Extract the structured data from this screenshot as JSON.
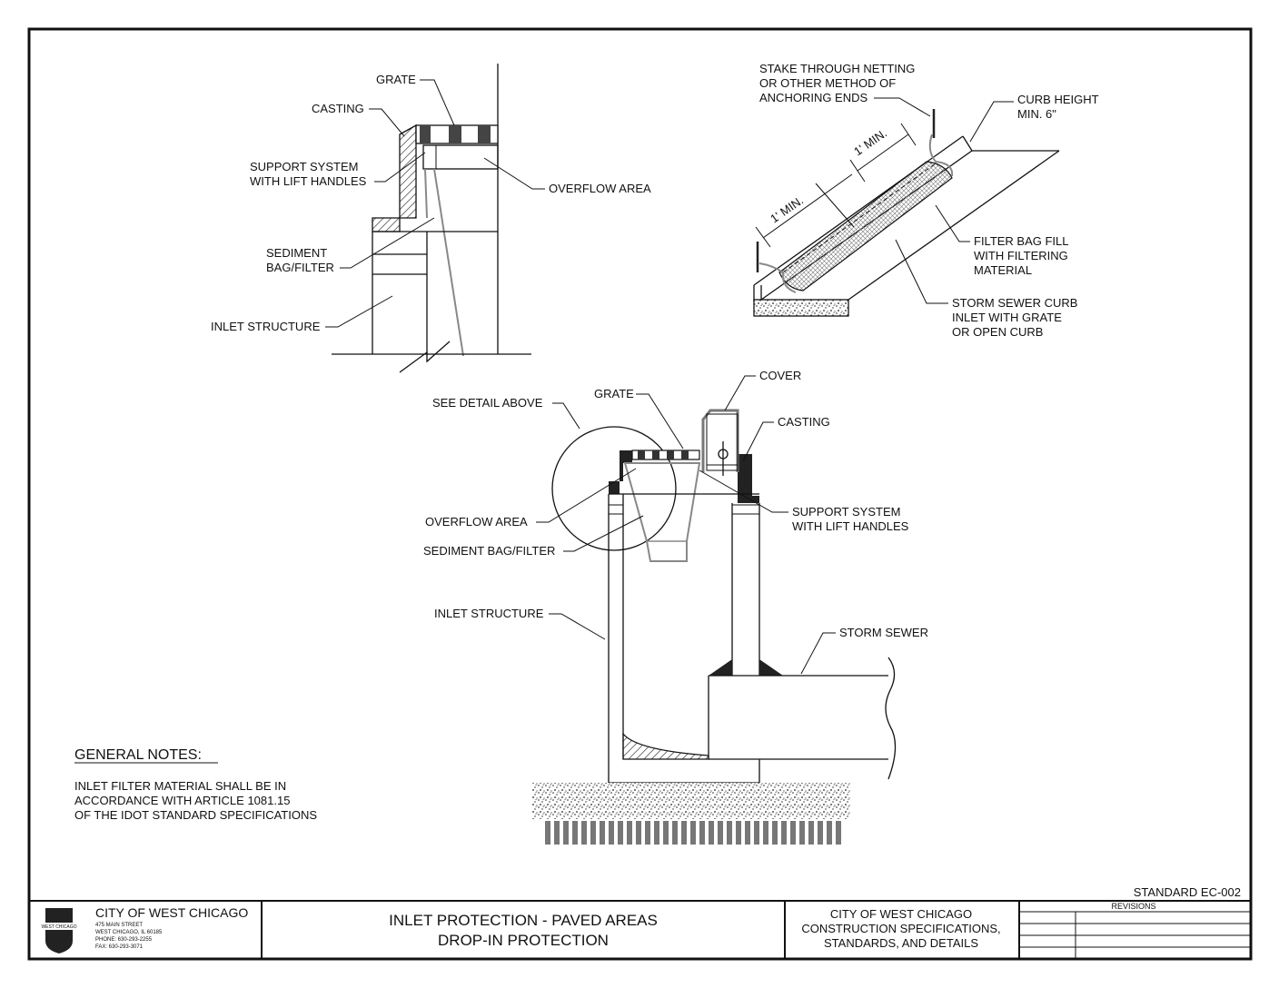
{
  "labels": {
    "grate_top": "GRATE",
    "casting_top": "CASTING",
    "support_top_1": "SUPPORT SYSTEM",
    "support_top_2": "WITH LIFT HANDLES",
    "overflow_top": "OVERFLOW AREA",
    "sediment_top_1": "SEDIMENT",
    "sediment_top_2": "BAG/FILTER",
    "inlet_top": "INLET STRUCTURE",
    "stake_1": "STAKE THROUGH NETTING",
    "stake_2": "OR OTHER METHOD OF",
    "stake_3": "ANCHORING ENDS",
    "curb_1": "CURB HEIGHT",
    "curb_2": "MIN. 6\"",
    "min_1": "1' MIN.",
    "min_2": "1' MIN.",
    "fill_1": "FILTER BAG FILL",
    "fill_2": "WITH FILTERING",
    "fill_3": "MATERIAL",
    "storm_inlet_1": "STORM SEWER CURB",
    "storm_inlet_2": "INLET WITH GRATE",
    "storm_inlet_3": "OR OPEN CURB",
    "cover": "COVER",
    "see_detail": "SEE DETAIL ABOVE",
    "grate_main": "GRATE",
    "casting_main": "CASTING",
    "support_main_1": "SUPPORT SYSTEM",
    "support_main_2": "WITH LIFT HANDLES",
    "overflow_main": "OVERFLOW AREA",
    "sediment_main": "SEDIMENT BAG/FILTER",
    "inlet_main": "INLET STRUCTURE",
    "storm_sewer": "STORM SEWER"
  },
  "notes": {
    "heading": "GENERAL NOTES:",
    "line1": "INLET FILTER MATERIAL SHALL BE IN",
    "line2": "ACCORDANCE WITH ARTICLE 1081.15",
    "line3": "OF THE IDOT STANDARD SPECIFICATIONS"
  },
  "standard_no": "STANDARD EC-002",
  "title_block": {
    "org_name": "CITY OF WEST CHICAGO",
    "addr_1": "475 MAIN STREET",
    "addr_2": "WEST CHICAGO, IL 60185",
    "phone": "PHONE: 630-293-2255",
    "fax": "FAX: 630-293-3071",
    "seal_text": "WEST CHICAGO",
    "title_1": "INLET PROTECTION - PAVED AREAS",
    "title_2": "DROP-IN PROTECTION",
    "spec_1": "CITY OF WEST CHICAGO",
    "spec_2": "CONSTRUCTION SPECIFICATIONS,",
    "spec_3": "STANDARDS, AND DETAILS",
    "revisions": "REVISIONS"
  }
}
